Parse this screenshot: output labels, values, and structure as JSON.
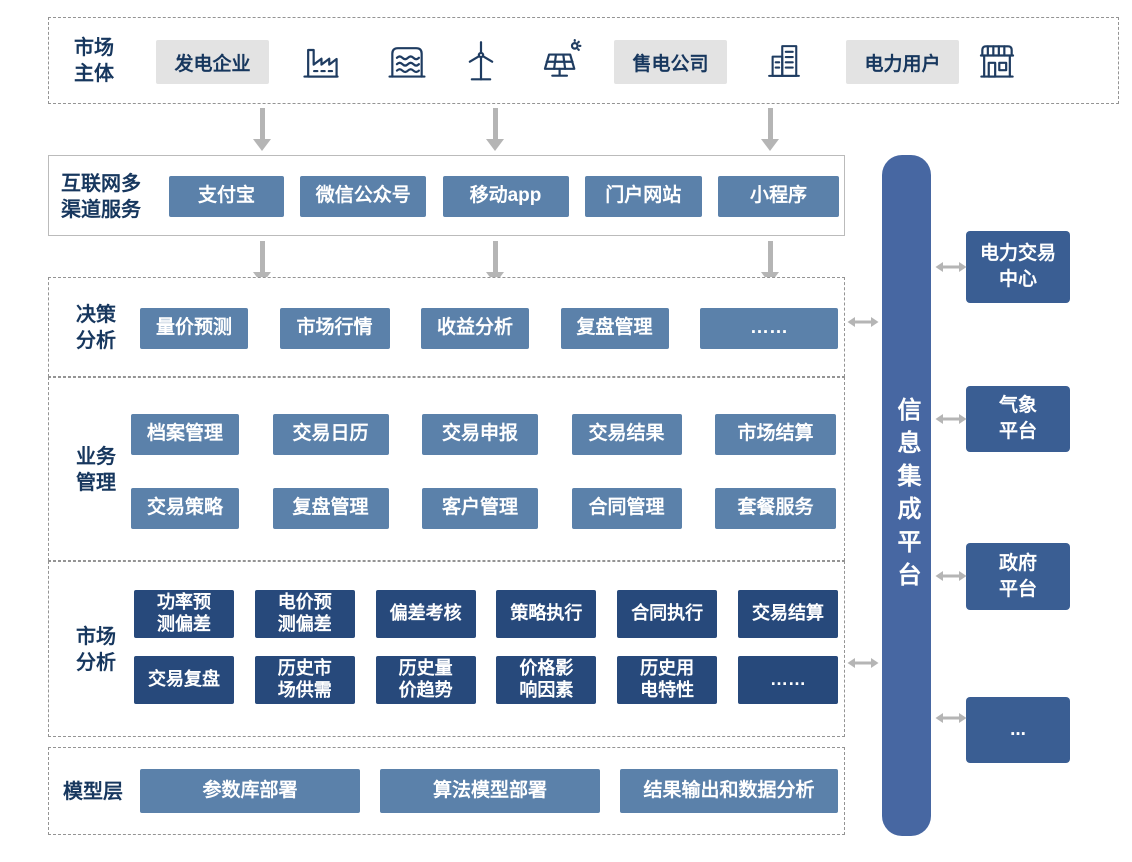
{
  "colors": {
    "navy_text": "#17375e",
    "mid_blue": "#5b81aa",
    "dark_blue": "#27497b",
    "bar_blue": "#4767a2",
    "external_blue": "#3a5e93",
    "gray_chip": "#e3e3e3",
    "arrow_gray": "#b5b5b5"
  },
  "icons": [
    "factory-icon",
    "hydro-plant-icon",
    "wind-turbine-icon",
    "solar-panel-icon",
    "office-building-icon",
    "storefront-icon",
    "down-arrow-icon",
    "double-arrow-icon"
  ],
  "market_entities": {
    "label": "市场主体",
    "generator": "发电企业",
    "retailer": "售电公司",
    "consumer": "电力用户"
  },
  "channels": {
    "label": "互联网多渠道服务",
    "items": [
      "支付宝",
      "微信公众号",
      "移动app",
      "门户网站",
      "小程序"
    ]
  },
  "decision_analysis": {
    "label": "决策分析",
    "items": [
      "量价预测",
      "市场行情",
      "收益分析",
      "复盘管理",
      "……"
    ]
  },
  "business_management": {
    "label": "业务管理",
    "row1": [
      "档案管理",
      "交易日历",
      "交易申报",
      "交易结果",
      "市场结算"
    ],
    "row2": [
      "交易策略",
      "复盘管理",
      "客户管理",
      "合同管理",
      "套餐服务"
    ]
  },
  "market_analysis": {
    "label": "市场分析",
    "row1": [
      "功率预测偏差",
      "电价预测偏差",
      "偏差考核",
      "策略执行",
      "合同执行",
      "交易结算"
    ],
    "row2": [
      "交易复盘",
      "历史市场供需",
      "历史量价趋势",
      "价格影响因素",
      "历史用电特性",
      "……"
    ]
  },
  "model_layer": {
    "label": "模型层",
    "items": [
      "参数库部署",
      "算法模型部署",
      "结果输出和数据分析"
    ]
  },
  "integration_platform": {
    "label": "信息集成平台"
  },
  "external_platforms": {
    "items": [
      "电力交易中心",
      "气象平台",
      "政府平台",
      "..."
    ]
  }
}
